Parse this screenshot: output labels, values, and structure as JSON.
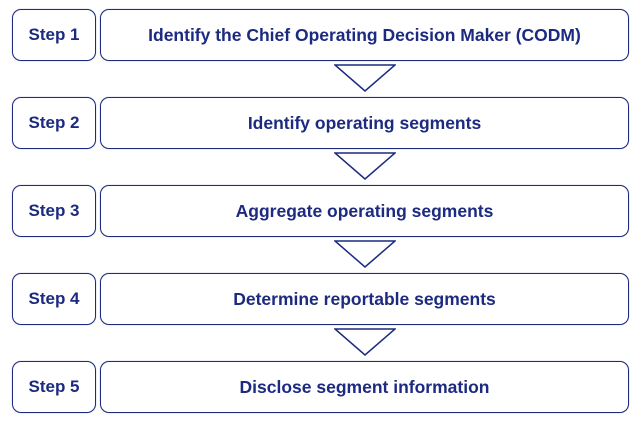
{
  "colors": {
    "border": "#1c2a80",
    "text": "#1c2a80",
    "background": "#ffffff"
  },
  "steps": [
    {
      "label": "Step 1",
      "description": "Identify the Chief Operating Decision Maker (CODM)"
    },
    {
      "label": "Step 2",
      "description": "Identify operating segments"
    },
    {
      "label": "Step 3",
      "description": "Aggregate operating segments"
    },
    {
      "label": "Step 4",
      "description": "Determine reportable segments"
    },
    {
      "label": "Step 5",
      "description": "Disclose segment information"
    }
  ],
  "connector_icon": "down-arrow-icon"
}
